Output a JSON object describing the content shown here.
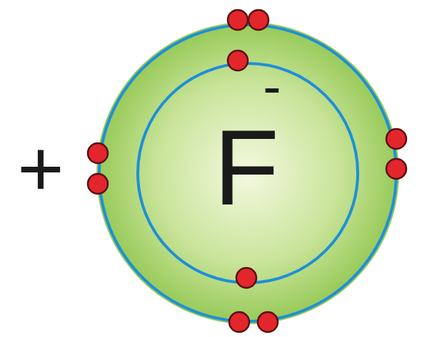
{
  "diagram": {
    "nodes": [
      {
        "text": [
          "F",
          "-"
        ]
      }
    ],
    "labels": [
      "+"
    ]
  }
}
